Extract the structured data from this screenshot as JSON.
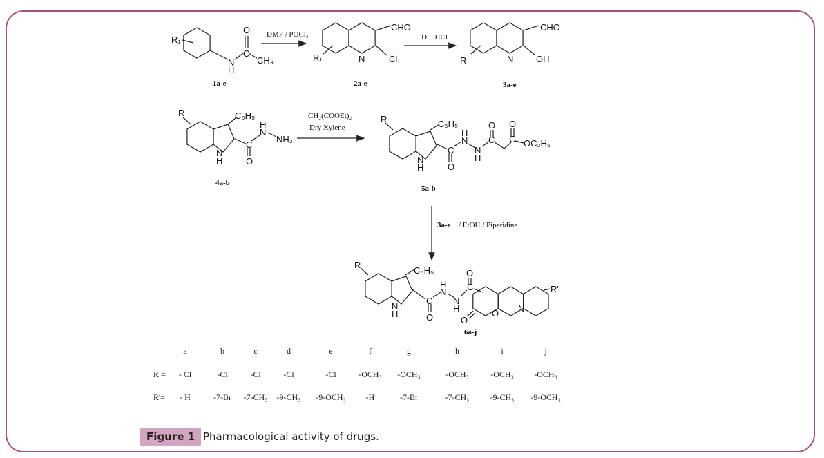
{
  "scheme": {
    "step1": {
      "reactant_label": "1a-e",
      "reagent": "DMF / POCl₃",
      "product_label": "2a-e",
      "reagent2": "Dil. HCl",
      "product2_label": "3a-e",
      "atoms": {
        "r1": "R₁",
        "o": "O",
        "c": "C",
        "ch3": "CH₃",
        "n": "N",
        "h": "H",
        "cho": "CHO",
        "cl": "Cl",
        "oh": "OH"
      }
    },
    "step2": {
      "reactant_label": "4a-b",
      "reagent_top": "CH₂(COOEt)₂",
      "reagent_bottom": "Dry Xylene",
      "product_label": "5a-b",
      "atoms": {
        "r": "R",
        "c6h5": "C₆H₅",
        "nh2": "NH₂",
        "oc2h5": "OC₂H₅"
      }
    },
    "step3": {
      "reagent_bold": "3a-e",
      "reagent_rest": "/ EtOH  / Piperidine",
      "product_label": "6a-j",
      "atoms": {
        "rprime": "R'"
      }
    }
  },
  "substituent_table": {
    "columns": [
      "a",
      "b",
      "c",
      "d",
      "e",
      "f",
      "g",
      "h",
      "i",
      "j"
    ],
    "r_label": "R =",
    "r_values": [
      "- Cl",
      "-Cl",
      "-Cl",
      "-Cl",
      "-Cl",
      "-OCH₃",
      "-OCH₃",
      "-OCH₃",
      "-OCH₃",
      "-OCH₃"
    ],
    "rprime_label": "R'=",
    "rprime_values": [
      "- H",
      "-7-Br",
      "-7-CH₃",
      "-9-CH₃",
      "-9-OCH₃",
      "-H",
      "-7-Br",
      "-7-CH₃",
      "-9-CH₃",
      "-9-OCH₃"
    ]
  },
  "caption": {
    "label": "Figure 1",
    "text": "Pharmacological activity of drugs."
  }
}
